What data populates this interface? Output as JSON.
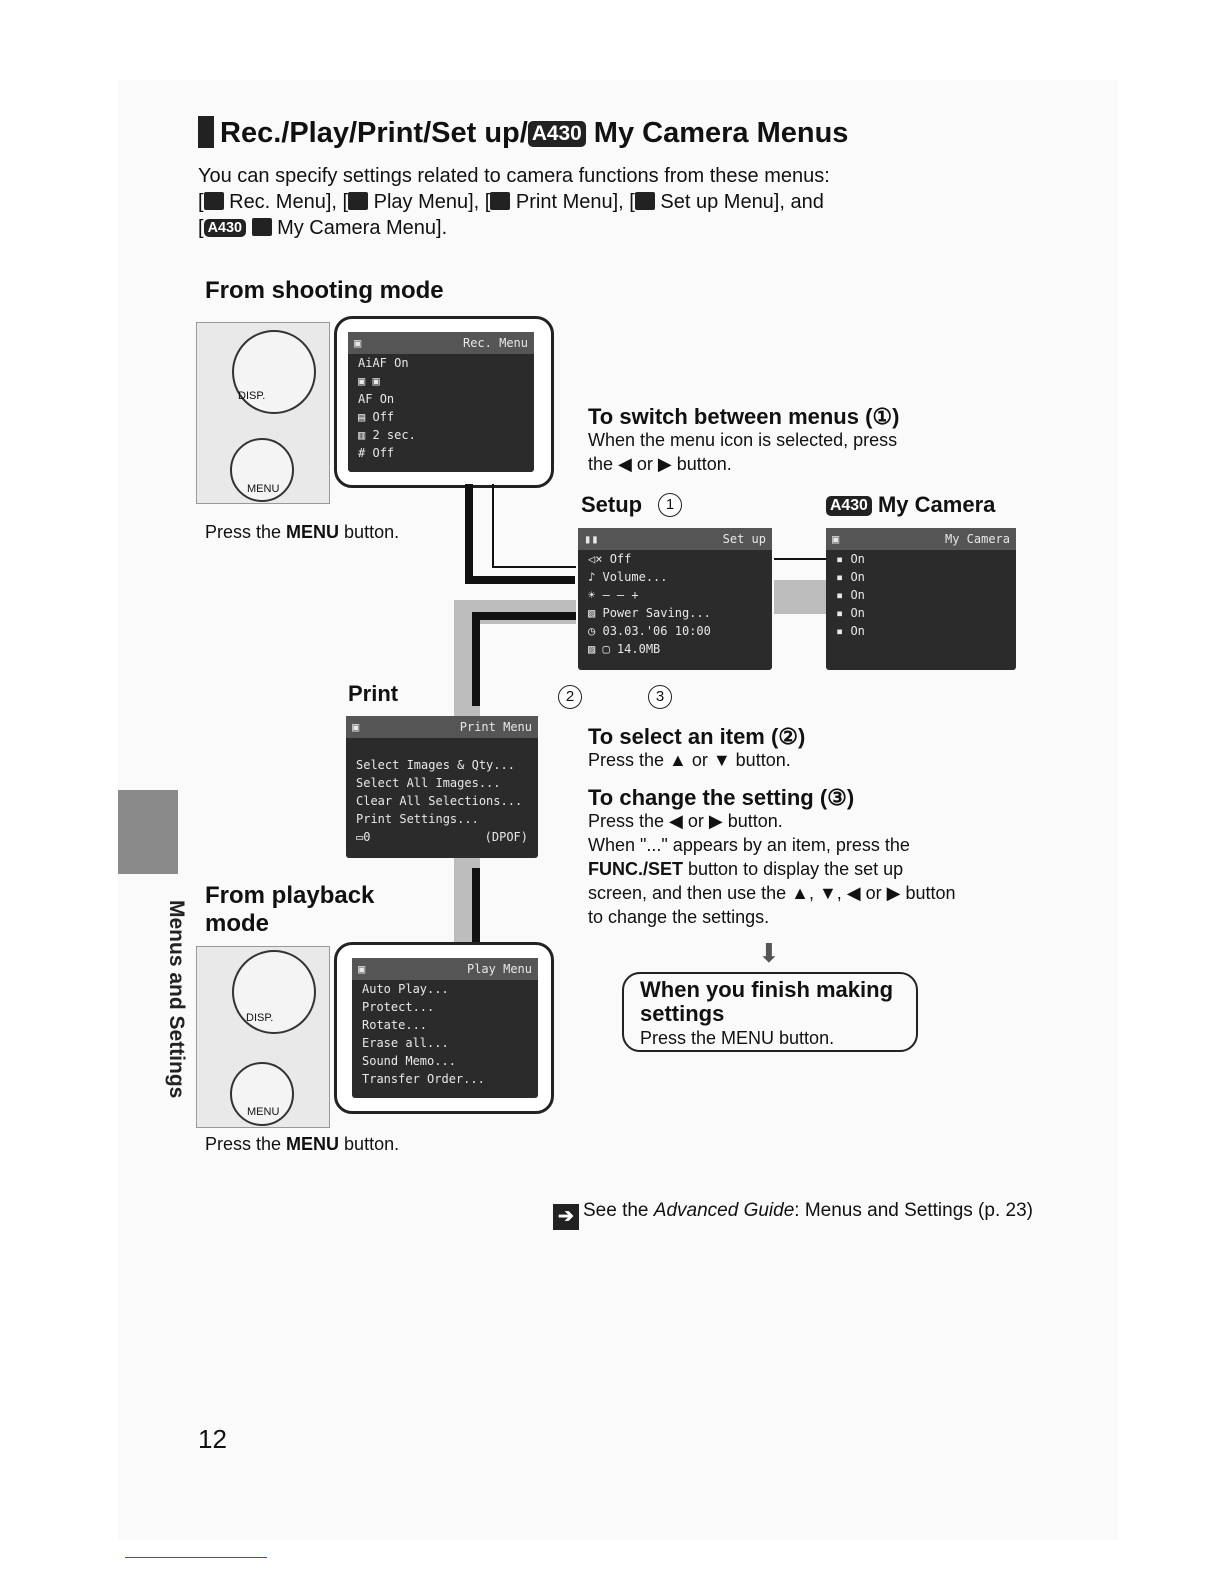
{
  "header": {
    "title_prefix": "Rec./Play/Print/Set up/",
    "title_badge": "A430",
    "title_suffix": " My Camera Menus"
  },
  "intro": {
    "line1": "You can specify settings related to camera functions from these menus:",
    "rec": " Rec. Menu], [",
    "play": " Play Menu], [",
    "print": " Print Menu], [",
    "setup": " Set up Menu], and",
    "badge": "A430",
    "mycam": " My Camera Menu]."
  },
  "shooting": {
    "heading": "From shooting mode",
    "press_prefix": "Press the ",
    "press_key": "MENU",
    "press_suffix": " button.",
    "dial_labels": [
      "DISP.",
      "MENU"
    ],
    "rec_menu": {
      "title": "Rec. Menu",
      "rows": [
        {
          "icon": "AiAF",
          "value": "On"
        },
        {
          "icon": "▣",
          "value": "▣"
        },
        {
          "icon": "AF",
          "value": "On"
        },
        {
          "icon": "▤",
          "value": "     Off"
        },
        {
          "icon": "▥",
          "value": "2 sec."
        },
        {
          "icon": "#",
          "value": "     Off"
        }
      ]
    }
  },
  "switch_menus": {
    "heading": "To switch between menus (①)",
    "line1": "When the menu icon is selected, press",
    "line2": "the ◀ or ▶ button."
  },
  "setup_screen": {
    "label": "Setup",
    "num": "1",
    "title": "Set up",
    "rows": [
      {
        "icon": "◁×",
        "value": "Off"
      },
      {
        "icon": "♪",
        "value": "Volume..."
      },
      {
        "icon": "☀",
        "value": "—  —  +"
      },
      {
        "icon": "▧",
        "value": "Power Saving..."
      },
      {
        "icon": "◷",
        "value": "03.03.'06 10:00"
      },
      {
        "icon": "▨",
        "value": "▢  14.0MB"
      }
    ]
  },
  "mycamera_screen": {
    "badge": "A430",
    "label": "My Camera",
    "title": "My Camera",
    "rows": [
      "On",
      "On",
      "On",
      "On",
      "On"
    ]
  },
  "print_section": {
    "label": "Print",
    "title": "Print Menu",
    "rows": [
      "Select Images & Qty...",
      "Select All Images...",
      "Clear All Selections...",
      "Print Settings..."
    ],
    "footer_left": "▭0",
    "footer_right": "(DPOF)"
  },
  "markers": {
    "two": "2",
    "three": "3"
  },
  "select_item": {
    "heading": "To select an item (②)",
    "text": "Press the ▲ or ▼ button."
  },
  "change_setting": {
    "heading": "To change the setting (③)",
    "line1": "Press the ◀ or ▶ button.",
    "line2": "When \"...\" appears by an item, press the",
    "line3_key": "FUNC./SET",
    "line3_rest": " button to display the set up",
    "line4": "screen, and then use the ▲, ▼, ◀ or ▶ button",
    "line5": "to change the settings."
  },
  "finish": {
    "heading1": "When you finish making",
    "heading2": "settings",
    "text": "Press the MENU button."
  },
  "playback": {
    "heading1": "From playback",
    "heading2": "mode",
    "press_prefix": "Press the ",
    "press_key": "MENU",
    "press_suffix": " button.",
    "dial_labels": [
      "DISP.",
      "MENU"
    ],
    "play_menu": {
      "title": "Play Menu",
      "rows": [
        "Auto Play...",
        "Protect...",
        "Rotate...",
        "Erase all...",
        "Sound Memo...",
        "Transfer Order..."
      ]
    }
  },
  "sidebar": {
    "text": "Menus and Settings"
  },
  "advanced": {
    "prefix": "See the ",
    "guide": "Advanced Guide",
    "rest": ": Menus and Settings (p. 23)"
  },
  "page_number": "12",
  "colors": {
    "ink": "#111111",
    "screen_bg": "#2b2b2b",
    "gray_arrow": "#bdbdbd"
  }
}
